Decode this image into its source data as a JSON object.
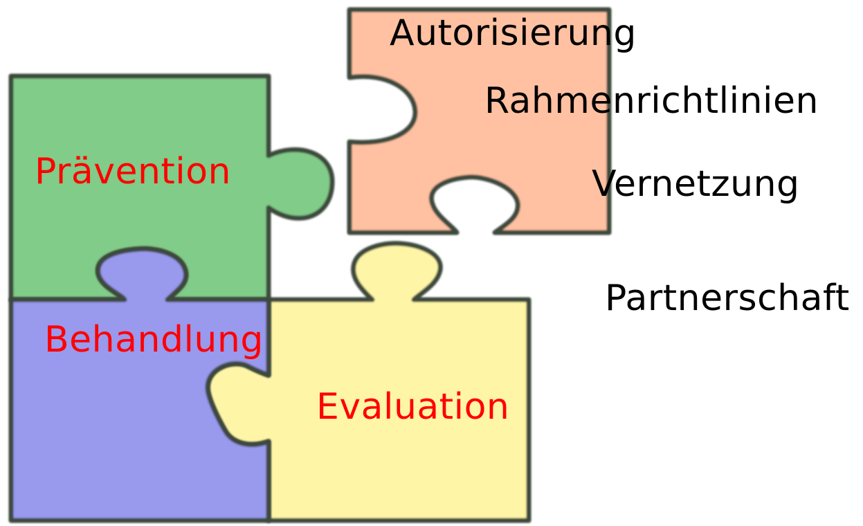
{
  "pieces": [
    {
      "key": "green",
      "color": "#80cc88",
      "label": "Prävention",
      "text_color": "#ff0000"
    },
    {
      "key": "blue",
      "color": "#9999ee",
      "label": "Behandlung",
      "text_color": "#ff0000"
    },
    {
      "key": "yellow",
      "color": "#fff5a6",
      "label": "Evaluation",
      "text_color": "#ff0000"
    },
    {
      "key": "orange",
      "color": "#ffc1a2",
      "label": "Autorisierung",
      "text_color": "#000000"
    }
  ],
  "side_labels": [
    "Rahmenrichtlinien",
    "Vernetzung",
    "Partnerschaft"
  ],
  "side_text_color": "#000000"
}
